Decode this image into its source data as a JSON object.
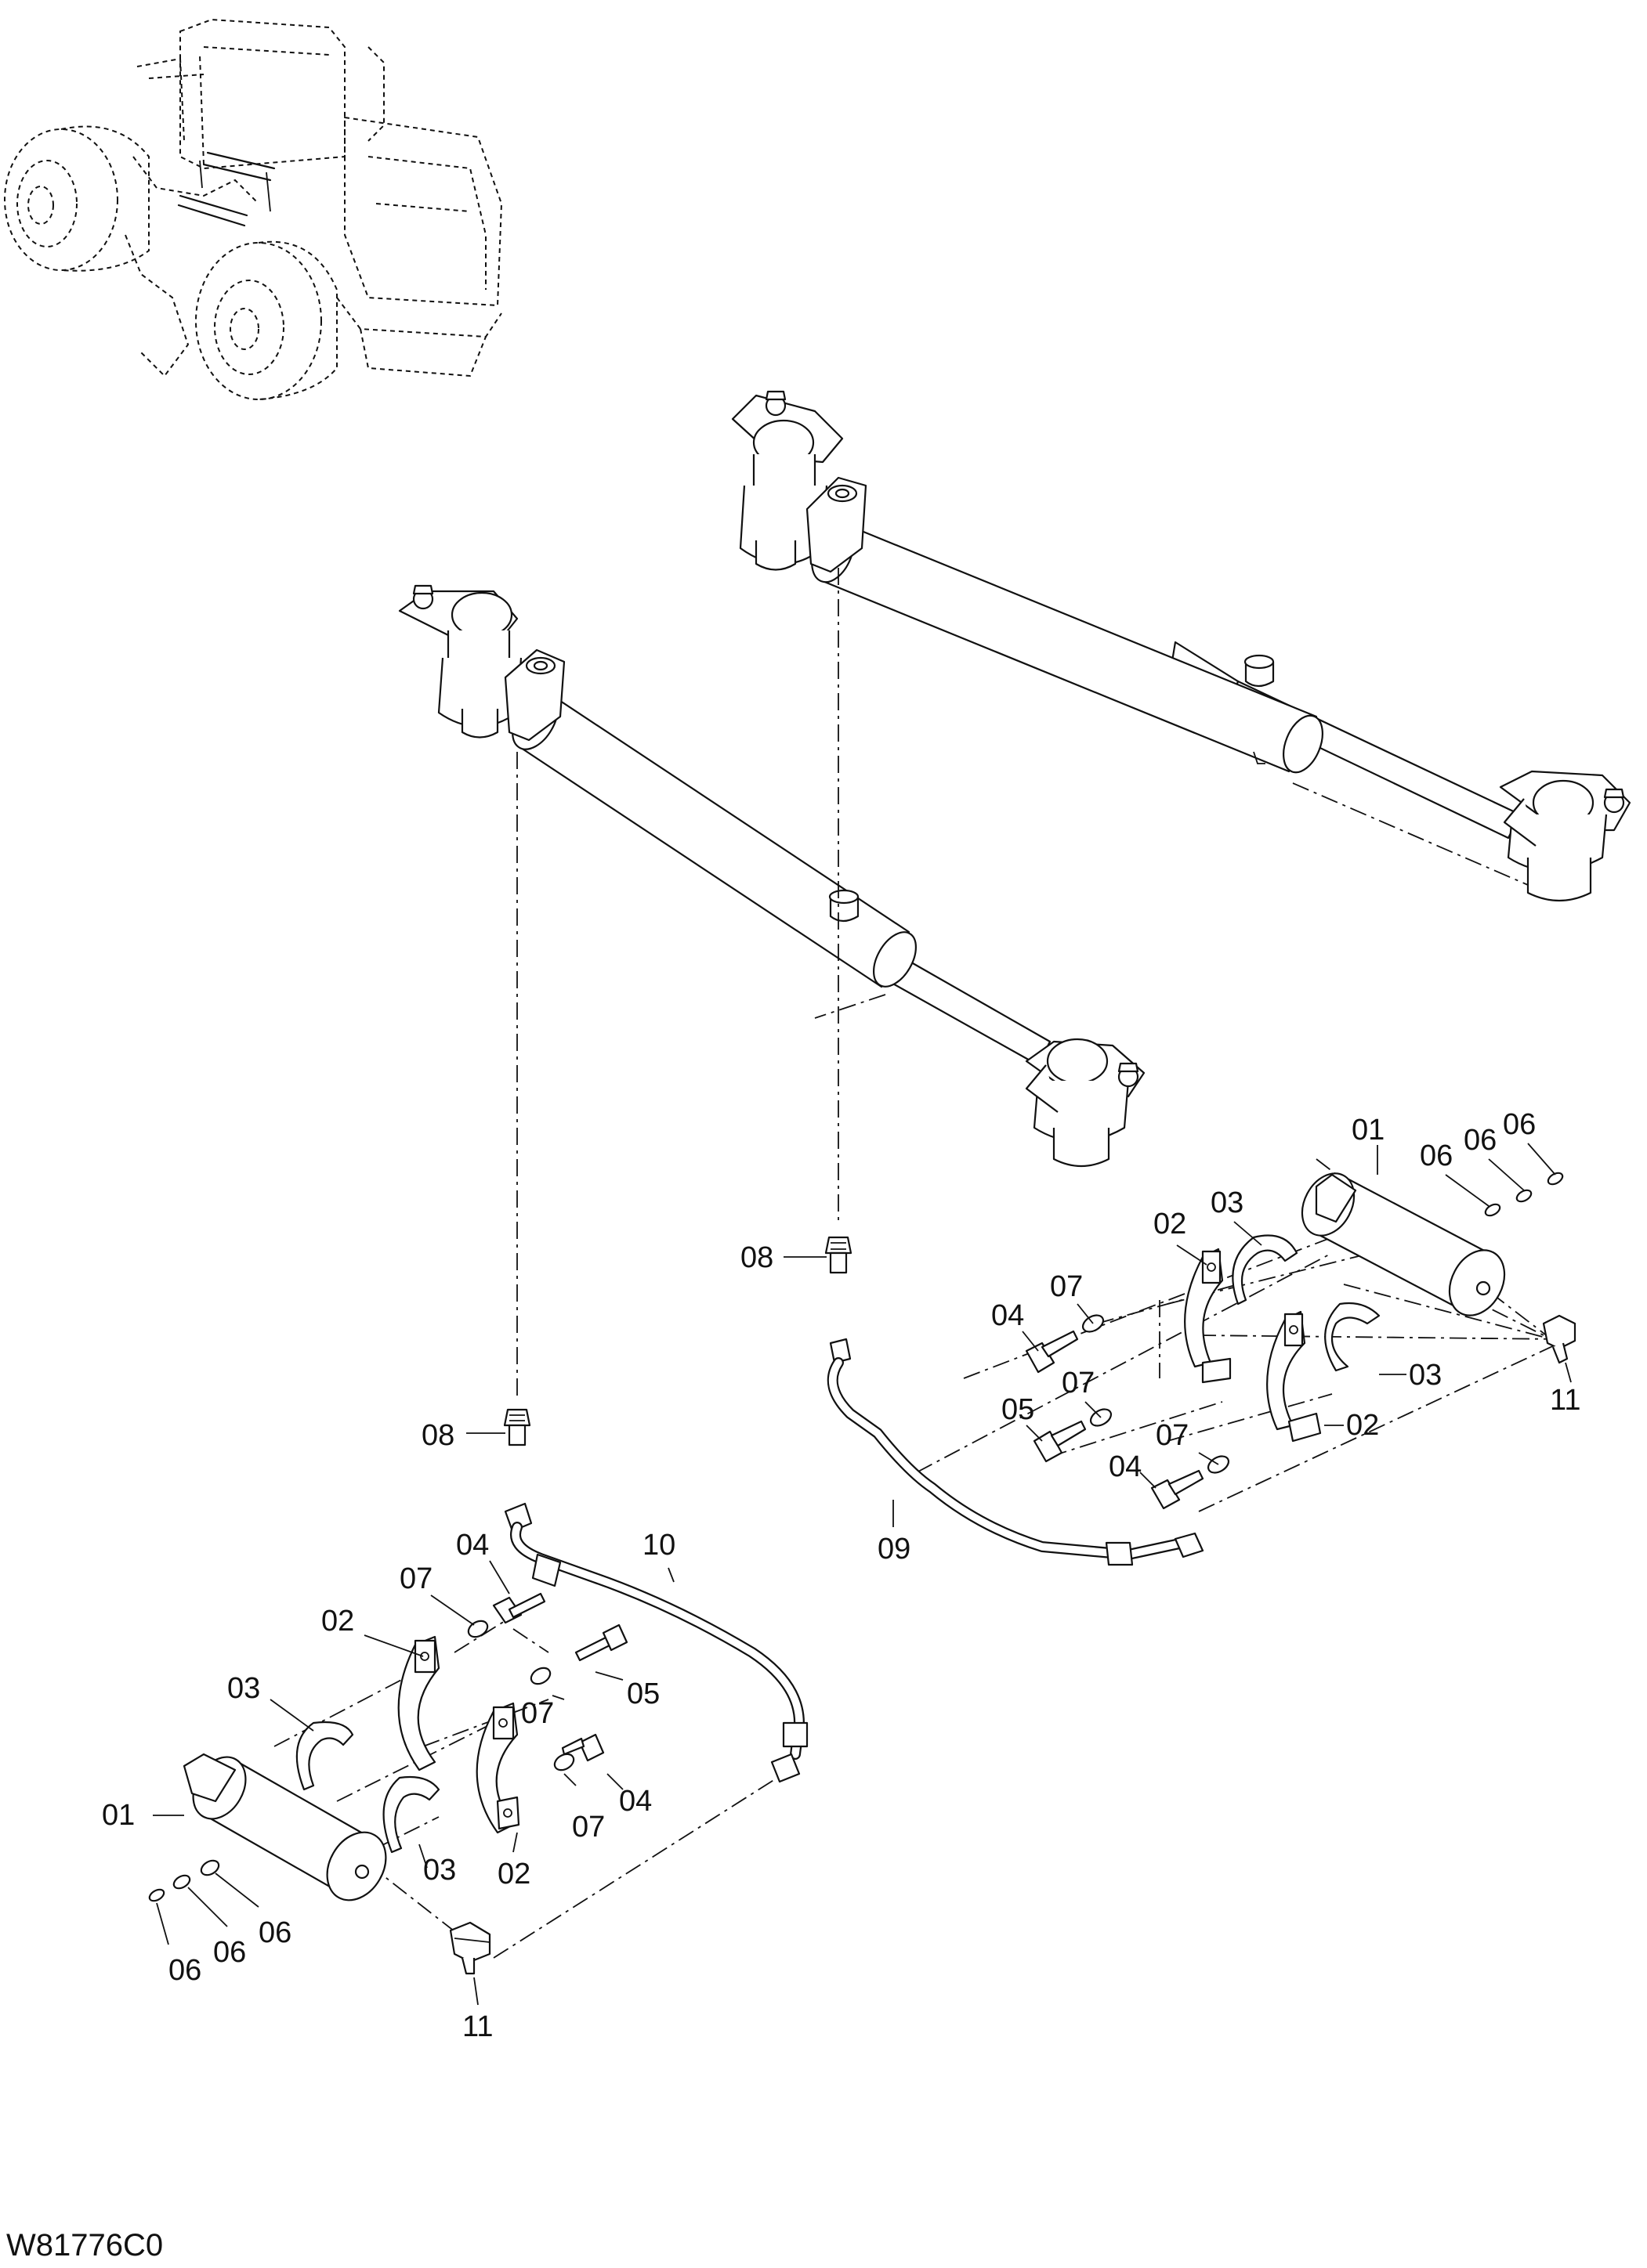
{
  "drawing_code": "W81776C0",
  "callouts": [
    {
      "label": "01",
      "part": "accumulator",
      "side": "right"
    },
    {
      "label": "02",
      "part": "bracket",
      "side": "right",
      "index": 1
    },
    {
      "label": "03",
      "part": "band",
      "side": "right",
      "index": 1
    },
    {
      "label": "06",
      "part": "washer",
      "side": "right",
      "index": 1
    },
    {
      "label": "06",
      "part": "washer",
      "side": "right",
      "index": 2
    },
    {
      "label": "06",
      "part": "washer",
      "side": "right",
      "index": 3
    },
    {
      "label": "07",
      "part": "washer",
      "side": "right",
      "index": 1
    },
    {
      "label": "04",
      "part": "bolt",
      "side": "right",
      "index": 1
    },
    {
      "label": "07",
      "part": "washer",
      "side": "right",
      "index": 2
    },
    {
      "label": "05",
      "part": "bolt",
      "side": "right"
    },
    {
      "label": "07",
      "part": "washer",
      "side": "right",
      "index": 3
    },
    {
      "label": "04",
      "part": "bolt",
      "side": "right",
      "index": 2
    },
    {
      "label": "03",
      "part": "band",
      "side": "right",
      "index": 2
    },
    {
      "label": "02",
      "part": "bracket",
      "side": "right",
      "index": 2
    },
    {
      "label": "11",
      "part": "elbow",
      "side": "right"
    },
    {
      "label": "08",
      "part": "adapter",
      "side": "right"
    },
    {
      "label": "09",
      "part": "hose",
      "side": "right"
    },
    {
      "label": "08",
      "part": "adapter",
      "side": "left"
    },
    {
      "label": "04",
      "part": "bolt",
      "side": "left",
      "index": 1
    },
    {
      "label": "10",
      "part": "hose",
      "side": "left"
    },
    {
      "label": "07",
      "part": "washer",
      "side": "left",
      "index": 1
    },
    {
      "label": "02",
      "part": "bracket",
      "side": "left",
      "index": 1
    },
    {
      "label": "05",
      "part": "bolt",
      "side": "left"
    },
    {
      "label": "03",
      "part": "band",
      "side": "left",
      "index": 1
    },
    {
      "label": "07",
      "part": "washer",
      "side": "left",
      "index": 2
    },
    {
      "label": "04",
      "part": "bolt",
      "side": "left",
      "index": 2
    },
    {
      "label": "01",
      "part": "accumulator",
      "side": "left"
    },
    {
      "label": "07",
      "part": "washer",
      "side": "left",
      "index": 3
    },
    {
      "label": "03",
      "part": "band",
      "side": "left",
      "index": 2
    },
    {
      "label": "02",
      "part": "bracket",
      "side": "left",
      "index": 2
    },
    {
      "label": "06",
      "part": "washer",
      "side": "left",
      "index": 1
    },
    {
      "label": "06",
      "part": "washer",
      "side": "left",
      "index": 2
    },
    {
      "label": "06",
      "part": "washer",
      "side": "left",
      "index": 3
    },
    {
      "label": "11",
      "part": "elbow",
      "side": "left"
    }
  ]
}
